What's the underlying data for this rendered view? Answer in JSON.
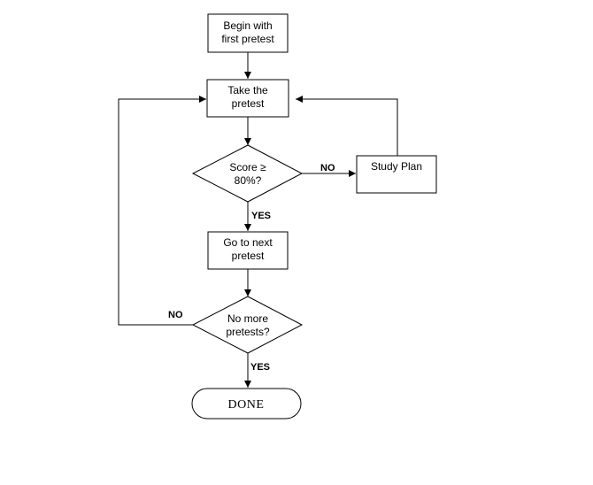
{
  "nodes": {
    "begin": {
      "lines": [
        "Begin with",
        "first pretest"
      ]
    },
    "take": {
      "lines": [
        "Take the",
        "pretest"
      ]
    },
    "score": {
      "lines": [
        "Score ≥",
        "80%?"
      ]
    },
    "study": {
      "lines": [
        "Study Plan"
      ]
    },
    "next": {
      "lines": [
        "Go to next",
        "pretest"
      ]
    },
    "more": {
      "lines": [
        "No more",
        "pretests?"
      ]
    },
    "done": {
      "lines": [
        "DONE"
      ]
    }
  },
  "edges": {
    "score_no": "NO",
    "score_yes": "YES",
    "more_no": "NO",
    "more_yes": "YES"
  }
}
